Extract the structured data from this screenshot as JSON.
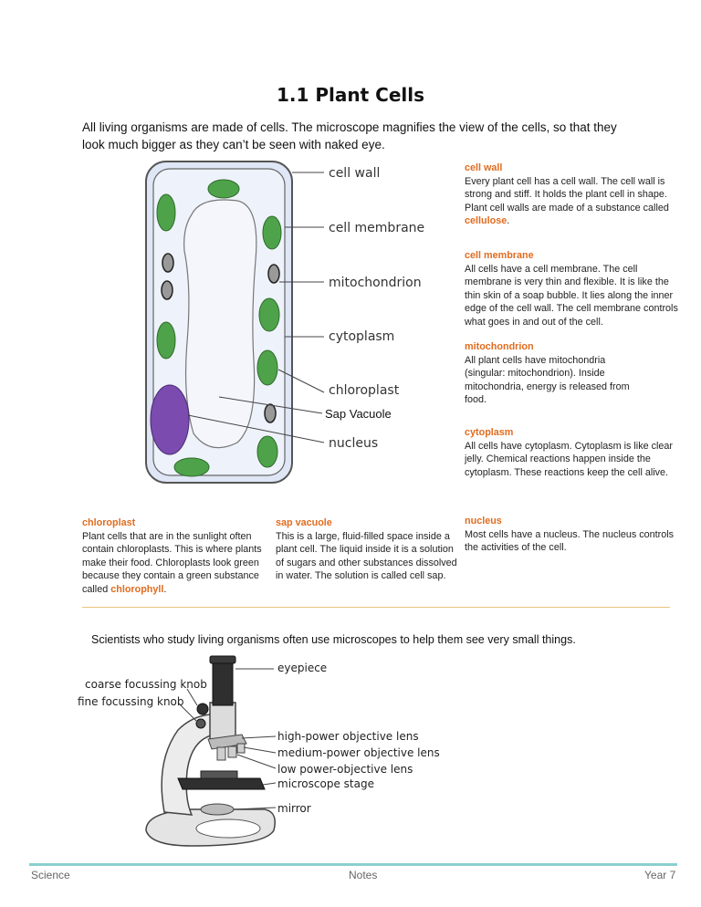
{
  "title": "1.1   Plant Cells",
  "intro": "All living organisms are made of cells. The microscope magnifies the view of the cells, so that they look much bigger as they can’t be seen with naked eye.",
  "cell_labels": {
    "cell_wall": "cell wall",
    "cell_membrane": "cell membrane",
    "mitochondrion": "mitochondrion",
    "cytoplasm": "cytoplasm",
    "chloroplast": "chloroplast",
    "sap_vacuole": "Sap Vacuole",
    "nucleus": "nucleus"
  },
  "descriptions": {
    "cell_wall": {
      "heading": "cell wall",
      "text": "Every plant cell has a cell wall. The cell wall is strong and stiff. It holds the plant cell in shape. Plant cell walls are made of a substance called ",
      "highlight": "cellulose",
      "tail": "."
    },
    "cell_membrane": {
      "heading": "cell membrane",
      "text": "All cells have a cell membrane. The cell membrane is very thin and flexible. It is like the thin skin of a soap bubble. It lies along the inner edge of the cell wall. The cell membrane controls what goes in and out of the cell."
    },
    "mitochondrion": {
      "heading": "mitochondrion",
      "text": "All plant cells have mitochondria (singular: mitochondrion). Inside mitochondria, energy is released from food."
    },
    "cytoplasm": {
      "heading": "cytoplasm",
      "text": "All cells have cytoplasm. Cytoplasm is like clear jelly. Chemical reactions happen inside the cytoplasm. These reactions keep the cell alive."
    },
    "chloroplast": {
      "heading": "chloroplast",
      "text": "Plant cells that are in the sunlight often contain chloroplasts. This is where plants make their food. Chloroplasts look green because they contain a green substance called ",
      "highlight": "chlorophyll",
      "tail": "."
    },
    "sap_vacuole": {
      "heading": "sap vacuole",
      "text": "This is a large, fluid-filled space inside a plant cell. The liquid inside it is a solution of sugars and other substances dissolved in water. The solution is called cell sap."
    },
    "nucleus": {
      "heading": "nucleus",
      "text": "Most cells have a nucleus. The nucleus controls the activities of the cell."
    }
  },
  "microscope_caption": "Scientists who study living organisms often use microscopes to help them see very small things.",
  "microscope_labels": {
    "eyepiece": "eyepiece",
    "coarse": "coarse focussing knob",
    "fine": "fine focussing knob",
    "high": "high-power objective lens",
    "medium": "medium-power objective lens",
    "low": "low power-objective lens",
    "stage": "microscope stage",
    "mirror": "mirror"
  },
  "footer": {
    "left": "Science",
    "center": "Notes",
    "right": "Year 7"
  },
  "colors": {
    "chloroplast": "#4ea34a",
    "nucleus": "#7b4bb0",
    "cell_fill": "#eef2fb",
    "heading": "#e06c1f",
    "footer_rule": "#8ccfd0"
  }
}
